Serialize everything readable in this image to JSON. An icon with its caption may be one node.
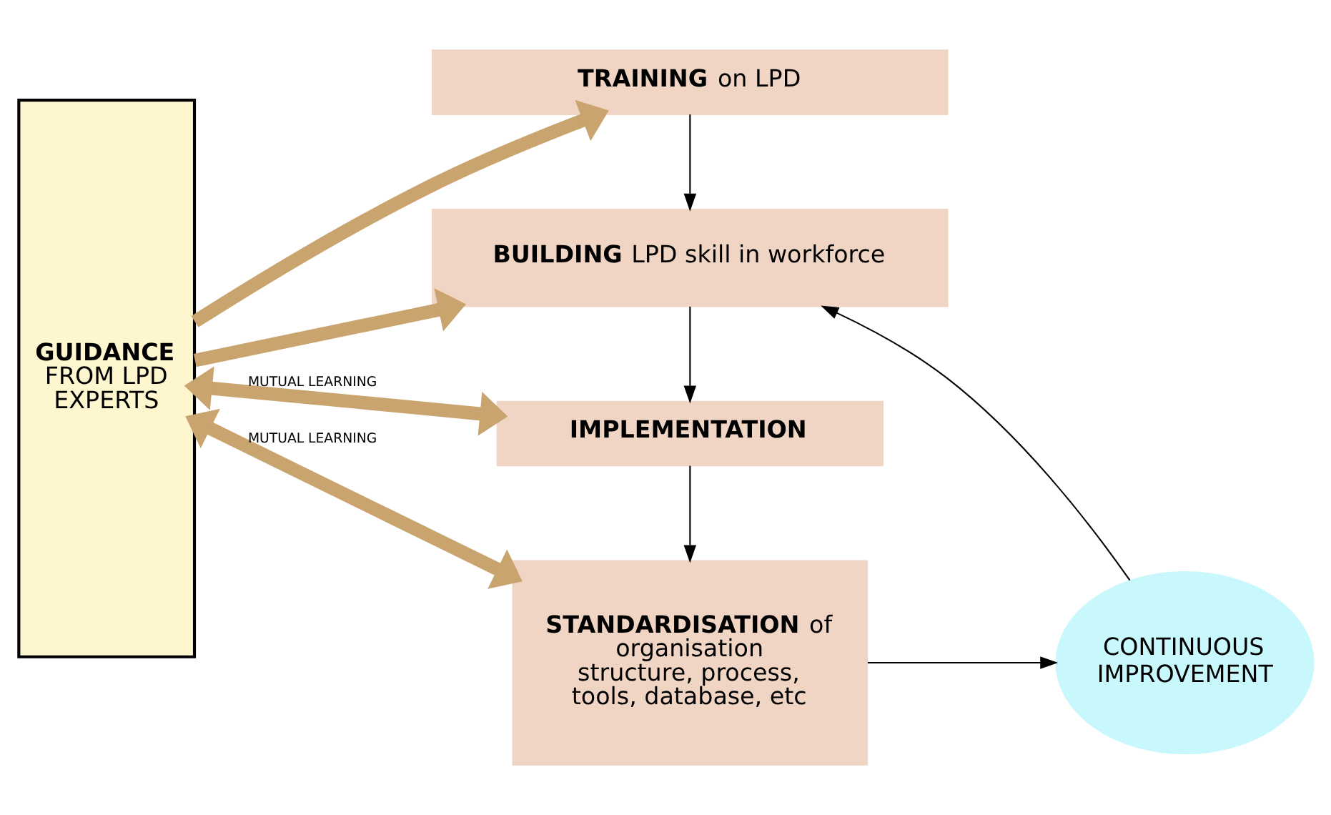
{
  "diagram": {
    "nodes": [
      {
        "text": [
          "**GUIDANCE** FROM LPD EXPERTS"
        ]
      },
      {
        "text": [
          "**TRAINING** on LPD"
        ]
      },
      {
        "text": [
          "**BUILDING** LPD skill in workforce"
        ]
      },
      {
        "text": [
          "IMPLEMENTATION"
        ]
      },
      {
        "text": [
          "**STANDARDISATION** of organisation structure, process, tools, database, etc"
        ]
      },
      {
        "text": [
          "CONTINUOUS IMPROVEMENT"
        ]
      }
    ],
    "edges": [
      {
        "from": 0,
        "to": 1,
        "arrow": "to",
        "style": "thick",
        "color": "#c9a46e"
      },
      {
        "from": 0,
        "to": 2,
        "arrow": "to",
        "style": "thick",
        "color": "#c9a46e"
      },
      {
        "from": 0,
        "to": 3,
        "arrow": "both",
        "label": "MUTUAL LEARNING",
        "style": "thick",
        "color": "#c9a46e"
      },
      {
        "from": 0,
        "to": 4,
        "arrow": "both",
        "label": "MUTUAL LEARNING",
        "style": "thick",
        "color": "#c9a46e"
      },
      {
        "from": 1,
        "to": 2,
        "arrow": "to"
      },
      {
        "from": 2,
        "to": 3,
        "arrow": "to"
      },
      {
        "from": 3,
        "to": 4,
        "arrow": "to"
      },
      {
        "from": 4,
        "to": 5,
        "arrow": "to"
      },
      {
        "from": 5,
        "to": 2,
        "arrow": "to"
      }
    ]
  }
}
